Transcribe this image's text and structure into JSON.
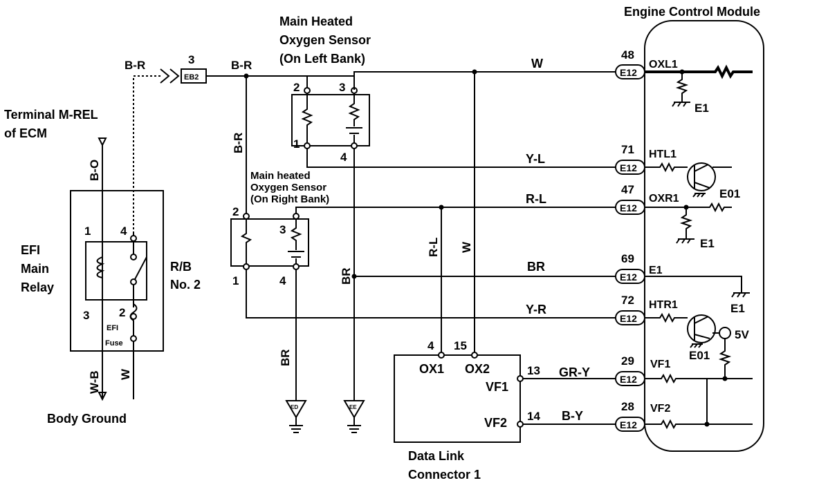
{
  "title": "Engine Control Module",
  "ecm_pins": [
    {
      "pin": "48",
      "connector": "E12",
      "signal": "OXL1",
      "wire": "W"
    },
    {
      "pin": "71",
      "connector": "E12",
      "signal": "HTL1",
      "wire": "Y-L"
    },
    {
      "pin": "47",
      "connector": "E12",
      "signal": "OXR1",
      "wire": "R-L"
    },
    {
      "pin": "69",
      "connector": "E12",
      "signal": "E1",
      "wire": "BR"
    },
    {
      "pin": "72",
      "connector": "E12",
      "signal": "HTR1",
      "wire": "Y-R"
    },
    {
      "pin": "29",
      "connector": "E12",
      "signal": "VF1",
      "wire": "GR-Y"
    },
    {
      "pin": "28",
      "connector": "E12",
      "signal": "VF2",
      "wire": "B-Y"
    }
  ],
  "ecm_internal": {
    "ground1": "E1",
    "ground2": "E1",
    "ground3": "E1",
    "e01a": "E01",
    "e01b": "E01",
    "vref": "5V"
  },
  "left_sensor": {
    "line1": "Main Heated",
    "line2": "Oxygen Sensor",
    "line3": "(On Left Bank)",
    "pins": [
      "2",
      "3",
      "1",
      "4"
    ]
  },
  "right_sensor": {
    "line1": "Main heated",
    "line2": "Oxygen Sensor",
    "line3": "(On Right Bank)",
    "pins": [
      "2",
      "3",
      "1",
      "4"
    ]
  },
  "relay": {
    "line1": "EFI",
    "line2": "Main",
    "line3": "Relay",
    "rb1": "R/B",
    "rb2": "No. 2",
    "pins": [
      "1",
      "4",
      "3",
      "2"
    ],
    "fuse1": "EFI",
    "fuse2": "Fuse"
  },
  "terminal": {
    "line1": "Terminal M-REL",
    "line2": "of ECM"
  },
  "body_ground": "Body Ground",
  "junction": {
    "pin": "3",
    "code": "EB2"
  },
  "wires": {
    "br_top1": "B-R",
    "br_top2": "B-R",
    "br_vert": "B-R",
    "bo": "B-O",
    "wb": "W-B",
    "w_relay": "W",
    "rl_vert": "R-L",
    "w_vert": "W",
    "br_vert1": "BR",
    "br_vert2": "BR"
  },
  "dlc": {
    "line1": "Data Link",
    "line2": "Connector 1",
    "pins": [
      {
        "num": "4",
        "label": "OX1"
      },
      {
        "num": "15",
        "label": "OX2"
      },
      {
        "num": "13",
        "label": "VF1"
      },
      {
        "num": "14",
        "label": "VF2"
      }
    ]
  },
  "grounds": {
    "g1": "ED",
    "g2": "EE"
  }
}
